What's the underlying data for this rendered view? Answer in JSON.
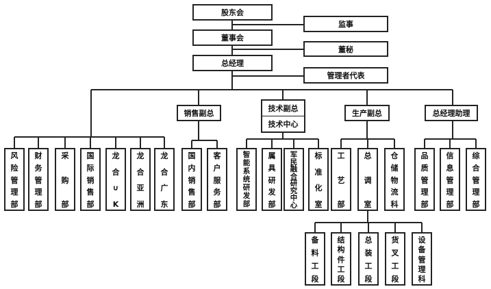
{
  "top_chain": {
    "shareholders": "股东会",
    "supervisor": "监事",
    "board": "董事会",
    "board_secretary": "董秘",
    "general_manager": "总经理",
    "management_rep": "管理者代表"
  },
  "vice_level": {
    "sales_vp": "销售副总",
    "tech_vp": "技术副总",
    "tech_center": "技术中心",
    "production_vp": "生产副总",
    "gm_assistant": "总经理助理"
  },
  "departments": [
    {
      "id": "risk",
      "chars": [
        "风",
        "险",
        "管",
        "理",
        "部"
      ]
    },
    {
      "id": "finance",
      "chars": [
        "财",
        "务",
        "管",
        "理",
        "部"
      ]
    },
    {
      "id": "purchase",
      "chars": [
        "采",
        "购",
        "部"
      ]
    },
    {
      "id": "intl-sales",
      "chars": [
        "国",
        "际",
        "销",
        "售",
        "部"
      ]
    },
    {
      "id": "longhe-uk",
      "chars": [
        "龙",
        "合",
        "∪",
        "K"
      ]
    },
    {
      "id": "longhe-asia",
      "chars": [
        "龙",
        "合",
        "亚",
        "洲"
      ]
    },
    {
      "id": "longhe-guangdong",
      "chars": [
        "龙",
        "合",
        "广",
        "东"
      ]
    },
    {
      "id": "domestic-sales",
      "chars": [
        "国",
        "内",
        "销",
        "售",
        "部"
      ]
    },
    {
      "id": "customer-service",
      "chars": [
        "客",
        "户",
        "服",
        "务",
        "部"
      ]
    },
    {
      "id": "smart-system-rd",
      "chars": [
        "智",
        "能",
        "系",
        "统",
        "研",
        "发",
        "部"
      ]
    },
    {
      "id": "rigging-rd",
      "chars": [
        "属",
        "具",
        "研",
        "发",
        "部"
      ]
    },
    {
      "id": "civil-military-center",
      "chars": [
        "军",
        "民",
        "融",
        "合",
        "研",
        "究",
        "中",
        "心"
      ]
    },
    {
      "id": "standardization",
      "chars": [
        "标",
        "准",
        "化",
        "室"
      ]
    },
    {
      "id": "process",
      "chars": [
        "工",
        "艺",
        "部"
      ]
    },
    {
      "id": "dispatch",
      "chars": [
        "总",
        "调",
        "室"
      ]
    },
    {
      "id": "logistics",
      "chars": [
        "仓",
        "储",
        "物",
        "流",
        "科"
      ]
    },
    {
      "id": "quality",
      "chars": [
        "品",
        "质",
        "管",
        "理",
        "部"
      ]
    },
    {
      "id": "info",
      "chars": [
        "信",
        "息",
        "管",
        "理",
        "部"
      ]
    },
    {
      "id": "general-admin",
      "chars": [
        "综",
        "合",
        "管",
        "理",
        "部"
      ]
    }
  ],
  "sections": [
    {
      "id": "material-section",
      "chars": [
        "备",
        "料",
        "工",
        "段"
      ]
    },
    {
      "id": "structure-section",
      "chars": [
        "结",
        "构",
        "件",
        "工",
        "段"
      ]
    },
    {
      "id": "assembly-section",
      "chars": [
        "总",
        "装",
        "工",
        "段"
      ]
    },
    {
      "id": "fork-section",
      "chars": [
        "货",
        "叉",
        "工",
        "段"
      ]
    },
    {
      "id": "equipment-mgmt",
      "chars": [
        "设",
        "备",
        "管",
        "理",
        "科"
      ]
    }
  ]
}
